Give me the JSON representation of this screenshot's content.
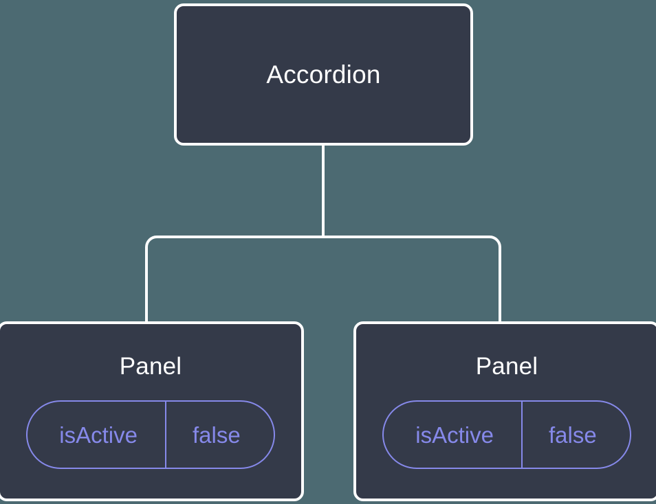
{
  "canvas": {
    "background_color": "#4c6a72",
    "node_fill_color": "#343a49",
    "node_border_color": "#ffffff",
    "edge_color": "#ffffff",
    "badge_color": "#8689ea",
    "title_color": "#ffffff"
  },
  "tree": {
    "root": {
      "label": "Accordion"
    },
    "children": [
      {
        "label": "Panel",
        "state": {
          "key": "isActive",
          "value": "false"
        }
      },
      {
        "label": "Panel",
        "state": {
          "key": "isActive",
          "value": "false"
        }
      }
    ]
  }
}
